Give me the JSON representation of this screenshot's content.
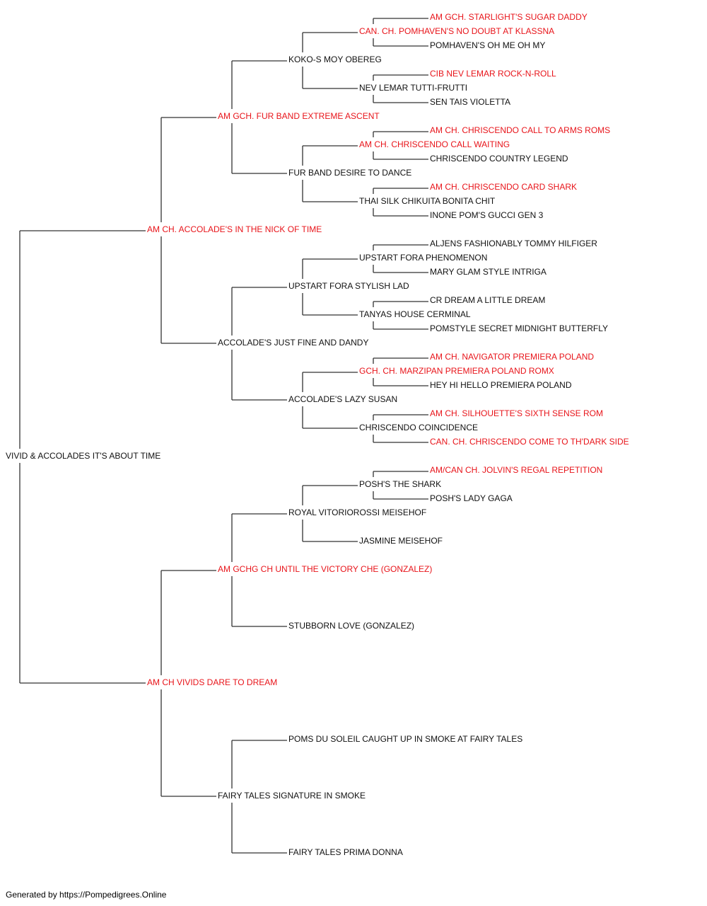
{
  "colors": {
    "champion": "#e8141a",
    "normal": "#111111",
    "line": "#333333"
  },
  "footer": "Generated by https://Pompedigrees.Online",
  "pedigree": {
    "name": "VIVID & ACCOLADES IT'S ABOUT TIME",
    "champion": false,
    "sire": {
      "name": "AM CH. ACCOLADE'S IN THE NICK OF TIME",
      "champion": true,
      "sire": {
        "name": "AM GCH. FUR BAND EXTREME ASCENT",
        "champion": true,
        "sire": {
          "name": "KOKO-S MOY OBEREG",
          "champion": false,
          "sire": {
            "name": "CAN. CH. POMHAVEN'S NO DOUBT AT KLASSNA",
            "champion": true,
            "sire": {
              "name": "AM GCH. STARLIGHT'S SUGAR DADDY",
              "champion": true
            },
            "dam": {
              "name": "POMHAVEN'S OH ME OH MY",
              "champion": false
            }
          },
          "dam": {
            "name": "NEV LEMAR TUTTI-FRUTTI",
            "champion": false,
            "sire": {
              "name": "CIB NEV LEMAR ROCK-N-ROLL",
              "champion": true
            },
            "dam": {
              "name": "SEN TAIS VIOLETTA",
              "champion": false
            }
          }
        },
        "dam": {
          "name": "FUR BAND DESIRE TO DANCE",
          "champion": false,
          "sire": {
            "name": "AM CH. CHRISCENDO CALL WAITING",
            "champion": true,
            "sire": {
              "name": "AM CH. CHRISCENDO CALL TO ARMS ROMS",
              "champion": true
            },
            "dam": {
              "name": "CHRISCENDO COUNTRY LEGEND",
              "champion": false
            }
          },
          "dam": {
            "name": "THAI SILK CHIKUITA BONITA CHIT",
            "champion": false,
            "sire": {
              "name": "AM CH. CHRISCENDO CARD SHARK",
              "champion": true
            },
            "dam": {
              "name": "INONE POM'S GUCCI GEN 3",
              "champion": false
            }
          }
        }
      },
      "dam": {
        "name": "ACCOLADE'S JUST FINE AND DANDY",
        "champion": false,
        "sire": {
          "name": "UPSTART FORA STYLISH LAD",
          "champion": false,
          "sire": {
            "name": "UPSTART FORA PHENOMENON",
            "champion": false,
            "sire": {
              "name": "ALJENS FASHIONABLY TOMMY HILFIGER",
              "champion": false
            },
            "dam": {
              "name": "MARY GLAM STYLE INTRIGA",
              "champion": false
            }
          },
          "dam": {
            "name": "TANYAS HOUSE CERMINAL",
            "champion": false,
            "sire": {
              "name": "CR DREAM A LITTLE DREAM",
              "champion": false
            },
            "dam": {
              "name": "POMSTYLE SECRET MIDNIGHT BUTTERFLY",
              "champion": false
            }
          }
        },
        "dam": {
          "name": "ACCOLADE'S LAZY SUSAN",
          "champion": false,
          "sire": {
            "name": "GCH. CH. MARZIPAN PREMIERA POLAND ROMX",
            "champion": true,
            "sire": {
              "name": "AM CH. NAVIGATOR PREMIERA POLAND",
              "champion": true
            },
            "dam": {
              "name": "HEY HI HELLO PREMIERA POLAND",
              "champion": false
            }
          },
          "dam": {
            "name": "CHRISCENDO COINCIDENCE",
            "champion": false,
            "sire": {
              "name": "AM CH. SILHOUETTE'S SIXTH SENSE ROM",
              "champion": true
            },
            "dam": {
              "name": "CAN. CH. CHRISCENDO COME TO TH'DARK SIDE",
              "champion": true
            }
          }
        }
      }
    },
    "dam": {
      "name": "AM CH VIVIDS DARE TO DREAM",
      "champion": true,
      "sire": {
        "name": "AM GCHG CH UNTIL THE VICTORY CHE (GONZALEZ)",
        "champion": true,
        "sire": {
          "name": "ROYAL VITORIOROSSI MEISEHOF",
          "champion": false,
          "sire": {
            "name": "POSH'S THE SHARK",
            "champion": false,
            "sire": {
              "name": "AM/CAN CH. JOLVIN'S REGAL REPETITION",
              "champion": true
            },
            "dam": {
              "name": "POSH'S LADY GAGA",
              "champion": false
            }
          },
          "dam": {
            "name": "JASMINE MEISEHOF",
            "champion": false
          }
        },
        "dam": {
          "name": "STUBBORN LOVE (GONZALEZ)",
          "champion": false
        }
      },
      "dam": {
        "name": "FAIRY TALES SIGNATURE IN SMOKE",
        "champion": false,
        "sire": {
          "name": "POMS DU SOLEIL CAUGHT UP IN SMOKE AT FAIRY TALES",
          "champion": false
        },
        "dam": {
          "name": "FAIRY TALES PRIMA DONNA",
          "champion": false
        }
      }
    }
  }
}
